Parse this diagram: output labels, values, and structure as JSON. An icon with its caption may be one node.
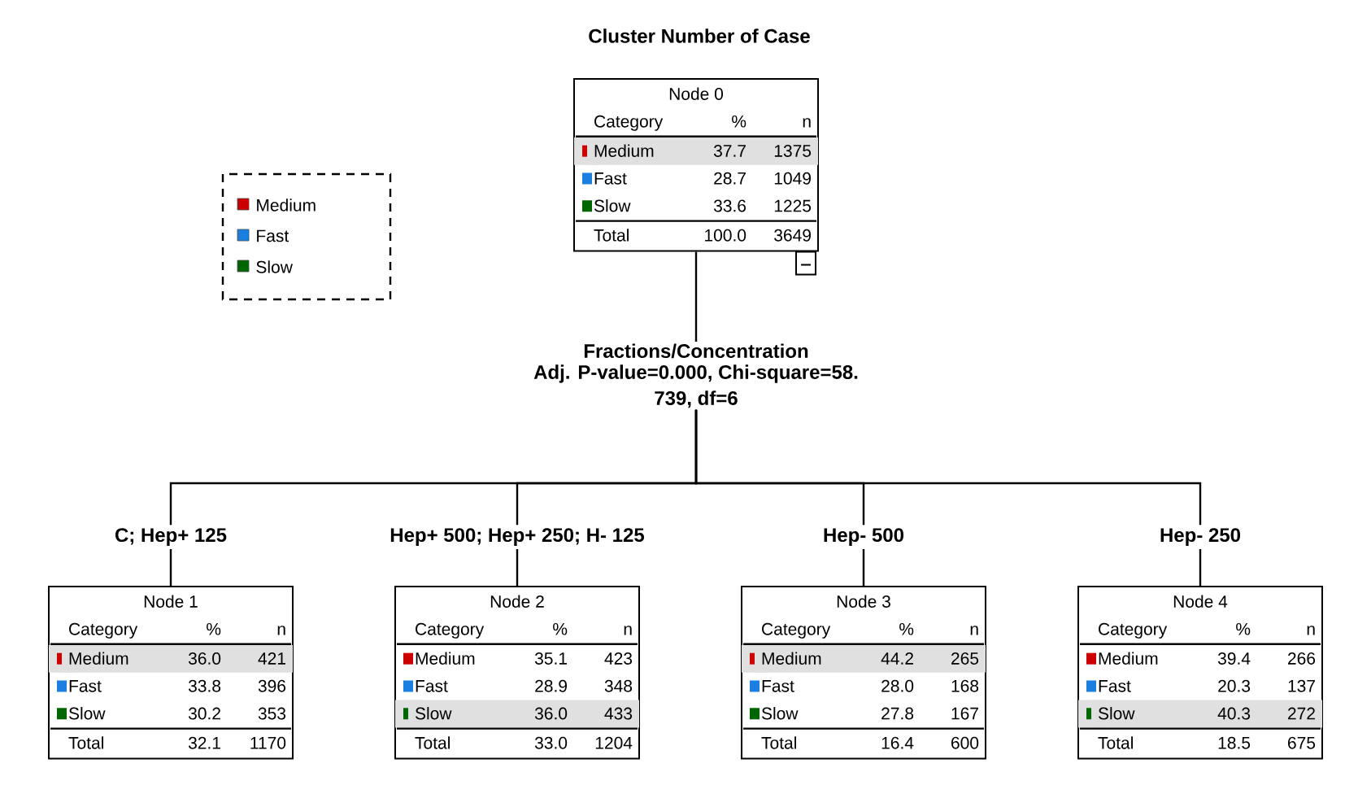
{
  "diagram": {
    "title": "Cluster Number of Case",
    "nodes": [
      {
        "text": [
          "Node 0",
          "Category",
          "%",
          "n",
          "Medium",
          "37.7",
          "1375",
          "Fast",
          "28.7",
          "1049",
          "Slow",
          "33.6",
          "1225",
          "Total",
          "100.0",
          "3649"
        ]
      },
      {
        "text": [
          "Fractions/Concentration",
          "Adj. P-value=0.000, Chi-square=58. 739, df=6"
        ]
      },
      {
        "text": [
          "Node 1",
          "Category",
          "%",
          "n",
          "Medium",
          "36.0",
          "421",
          "Fast",
          "33.8",
          "396",
          "Slow",
          "30.2",
          "353",
          "Total",
          "32.1",
          "1170"
        ]
      },
      {
        "text": [
          "Node 2",
          "Category",
          "%",
          "n",
          "Medium",
          "35.1",
          "423",
          "Fast",
          "28.9",
          "348",
          "Slow",
          "36.0",
          "433",
          "Total",
          "33.0",
          "1204"
        ]
      },
      {
        "text": [
          "Node 3",
          "Category",
          "%",
          "n",
          "Medium",
          "44.2",
          "265",
          "Fast",
          "28.0",
          "168",
          "Slow",
          "27.8",
          "167",
          "Total",
          "16.4",
          "600"
        ]
      },
      {
        "text": [
          "Node 4",
          "Category",
          "%",
          "n",
          "Medium",
          "39.4",
          "266",
          "Fast",
          "20.3",
          "137",
          "Slow",
          "40.3",
          "272",
          "Total",
          "18.5",
          "675"
        ]
      }
    ],
    "edges": [
      {
        "from": 0,
        "to": 1,
        "arrow": "none"
      },
      {
        "from": 1,
        "to": 2,
        "arrow": "none",
        "label": "C; Hep+ 125"
      },
      {
        "from": 1,
        "to": 3,
        "arrow": "none",
        "label": "Hep+ 500; Hep+ 250; H- 125"
      },
      {
        "from": 1,
        "to": 4,
        "arrow": "none",
        "label": "Hep- 500"
      },
      {
        "from": 1,
        "to": 5,
        "arrow": "none",
        "label": "Hep- 250"
      }
    ],
    "legend": [
      {
        "text": "Medium",
        "color": "#cc0000"
      },
      {
        "text": "Fast",
        "color": "#1a7fe0"
      },
      {
        "text": "Slow",
        "color": "#006600"
      }
    ]
  }
}
